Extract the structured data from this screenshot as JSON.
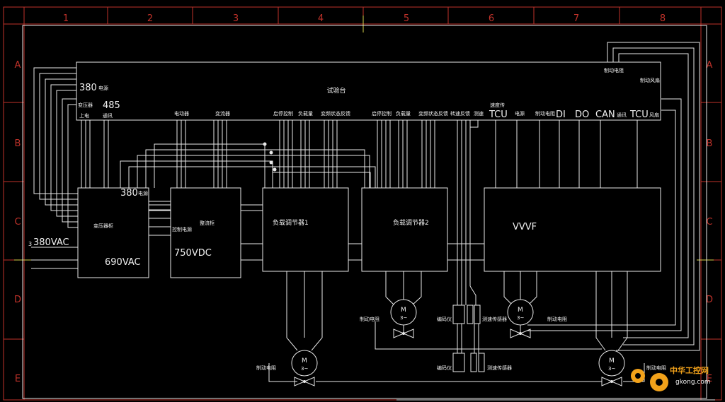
{
  "frame": {
    "cols": [
      "1",
      "2",
      "3",
      "4",
      "5",
      "6",
      "7",
      "8"
    ],
    "rows": [
      "A",
      "B",
      "C",
      "D",
      "E"
    ]
  },
  "test_bench": {
    "title": "试验台",
    "label_380": "380",
    "label_380_suffix": "电源",
    "label_485": "485",
    "label_transformer_small": "变压器",
    "label_power_on": "上电",
    "label_comm": "通讯",
    "label_motor": "电动器",
    "label_converter": "变流器",
    "label_start_ctrl_1": "启停控制",
    "label_load_1": "负载量",
    "label_state_fb_1": "变频状态反馈",
    "label_start_ctrl_2": "启停控制",
    "label_load_2": "负载量",
    "label_state_fb_2": "变频状态反馈",
    "label_speed_fb": "转速反馈",
    "label_measure": "测速",
    "label_speed_sensor": "速度传",
    "label_tcu_1": "TCU",
    "label_power": "电源",
    "label_brake_res_top": "制动电阻",
    "label_di": "DI",
    "label_do": "DO",
    "label_can": "CAN",
    "label_can_suffix": "通讯",
    "label_tcu_2": "TCU",
    "label_tcu_2_suffix": "风扇",
    "label_brake_resistor": "制动电阻",
    "label_brake_fan": "制动风扇"
  },
  "transformer_cabinet": {
    "title": "变压器柜",
    "input_voltage": "380VAC",
    "input_prefix": "3",
    "output_voltage": "690VAC"
  },
  "power_380": {
    "label": "380",
    "suffix": "电源"
  },
  "rectifier": {
    "title": "整流柜",
    "control_power": "控制电源",
    "dc_voltage": "750VDC"
  },
  "load_regulator_1": {
    "title": "负载调节器1"
  },
  "load_regulator_2": {
    "title": "负载调节器2"
  },
  "vvvf": {
    "title": "VVVF"
  },
  "motors": {
    "symbol": "M",
    "phase": "3~"
  },
  "bottom_labels": {
    "brake_res_left": "制动电阻",
    "encoder_1": "编码仪",
    "speed_sensor_1": "测速传感器",
    "brake_res_right": "制动电阻",
    "brake_res_bottom_left": "制动电阻",
    "encoder_2": "编码仪",
    "speed_sensor_2": "测速传感器",
    "brake_res_bottom_right": "制动电阻"
  },
  "watermark": {
    "cn": "中华工控网",
    "url": "gkong.com"
  },
  "colors": {
    "line": "#e8e8e8",
    "frame_red": "#c0322a",
    "background": "#000000",
    "watermark": "#f2a21a"
  }
}
